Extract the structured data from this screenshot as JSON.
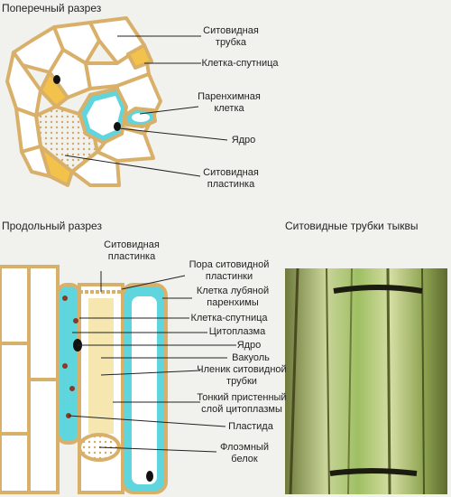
{
  "titles": {
    "cross_section": "Поперечный разрез",
    "longitudinal_section": "Продольный разрез",
    "photo": "Ситовидные трубки тыквы"
  },
  "cross_labels": {
    "sieve_tube": "Ситовидная\nтрубка",
    "companion_cell": "Клетка-спутница",
    "parenchyma_cell": "Паренхимная\nклетка",
    "nucleus": "Ядро",
    "sieve_plate": "Ситовидная\nпластинка"
  },
  "long_labels": {
    "sieve_plate": "Ситовидная\nпластинка",
    "sieve_plate_pore": "Пора ситовидной\nпластинки",
    "bast_parenchyma_cell": "Клетка лубяной\nпаренхимы",
    "companion_cell": "Клетка-спутница",
    "cytoplasm": "Цитоплазма",
    "nucleus": "Ядро",
    "vacuole": "Вакуоль",
    "sieve_tube_member": "Членик ситовидной\nтрубки",
    "thin_cytoplasm_layer": "Тонкий пристенный\nслой цитоплазмы",
    "plastid": "Пластида",
    "phloem_protein": "Флоэмный\nбелок"
  },
  "colors": {
    "cell_wall": "#d9b06a",
    "cell_fill": "#ffffff",
    "companion": "#f2c24a",
    "cytoplasm": "#5fd6dd",
    "nucleus": "#111111",
    "plastid": "#8a3a25",
    "background": "#f1f1ed"
  }
}
